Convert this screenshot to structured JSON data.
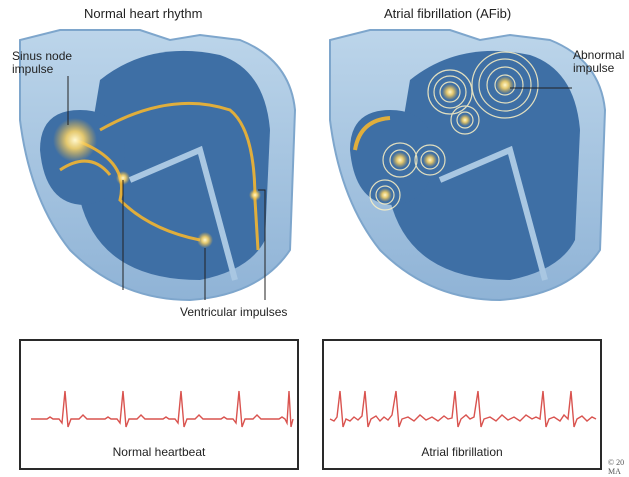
{
  "titles": {
    "left": "Normal heart rhythm",
    "right": "Atrial fibrillation (AFib)"
  },
  "labels": {
    "sinus_node_line1": "Sinus node",
    "sinus_node_line2": "impulse",
    "abnormal_line1": "Abnormal",
    "abnormal_line2": "impulse",
    "ventricular": "Ventricular impulses"
  },
  "ecg": {
    "normal_label": "Normal heartbeat",
    "afib_label": "Atrial fibrillation"
  },
  "copyright": {
    "line1": "© 20",
    "line2": "MA"
  },
  "colors": {
    "heart_blue": "#3e6fa5",
    "heart_light": "#a9c7e2",
    "impulse": "#f2b531",
    "ecg_trace": "#d9534f"
  }
}
